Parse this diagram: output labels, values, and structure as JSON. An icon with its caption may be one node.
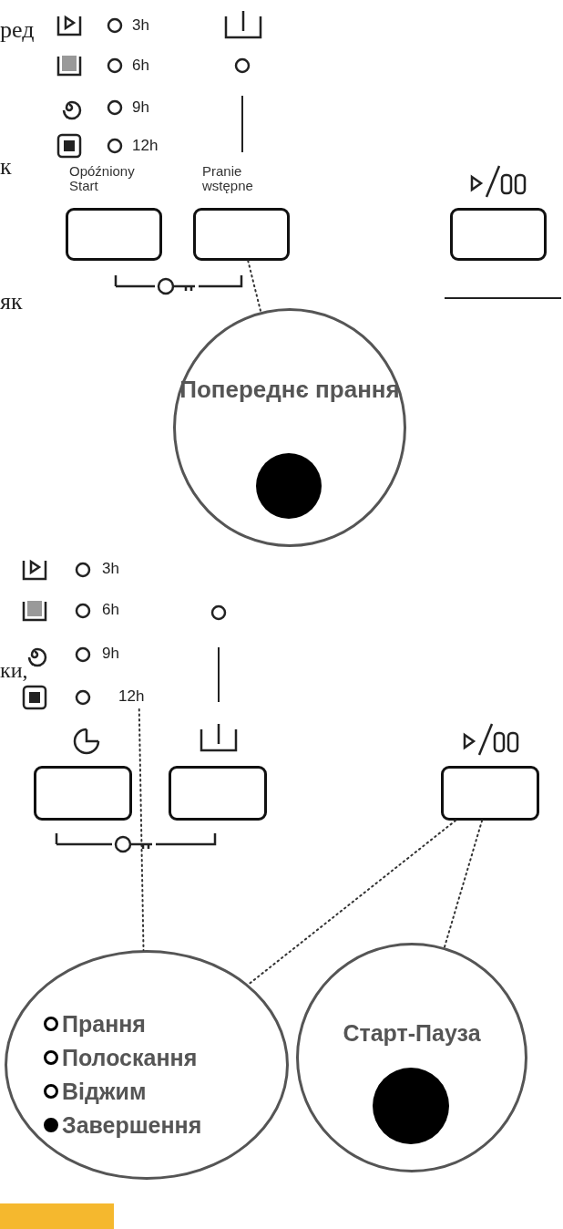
{
  "diagram": {
    "nodes": [
      {
        "text": [
          "Opóźniony Start"
        ]
      },
      {
        "text": [
          "Pranie wstępne"
        ]
      },
      {
        "text": [],
        "shape": "box"
      },
      {
        "text": [
          "Попереднє прання"
        ]
      },
      {
        "text": [
          "12h"
        ]
      },
      {
        "text": [],
        "shape": "box"
      },
      {
        "text": [],
        "shape": "box"
      },
      {
        "text": [],
        "shape": "box"
      },
      {
        "text": [
          "Прання",
          "Полоскання",
          "Віджим",
          "Завершення"
        ]
      },
      {
        "text": [
          "Старт-Пауза"
        ]
      }
    ],
    "edges": [
      {
        "from": 1,
        "to": 3,
        "arrow": "none",
        "style": "dashed"
      },
      {
        "from": 4,
        "to": 8,
        "arrow": "none",
        "style": "dashed"
      },
      {
        "from": 7,
        "to": 8,
        "arrow": "none",
        "style": "dashed"
      },
      {
        "from": 7,
        "to": 9,
        "arrow": "none",
        "style": "dashed"
      }
    ],
    "labels": [
      "ред",
      "3h",
      "6h",
      "9h",
      "12h",
      "к",
      "як",
      "3h",
      "6h",
      "9h",
      "ки,"
    ]
  }
}
